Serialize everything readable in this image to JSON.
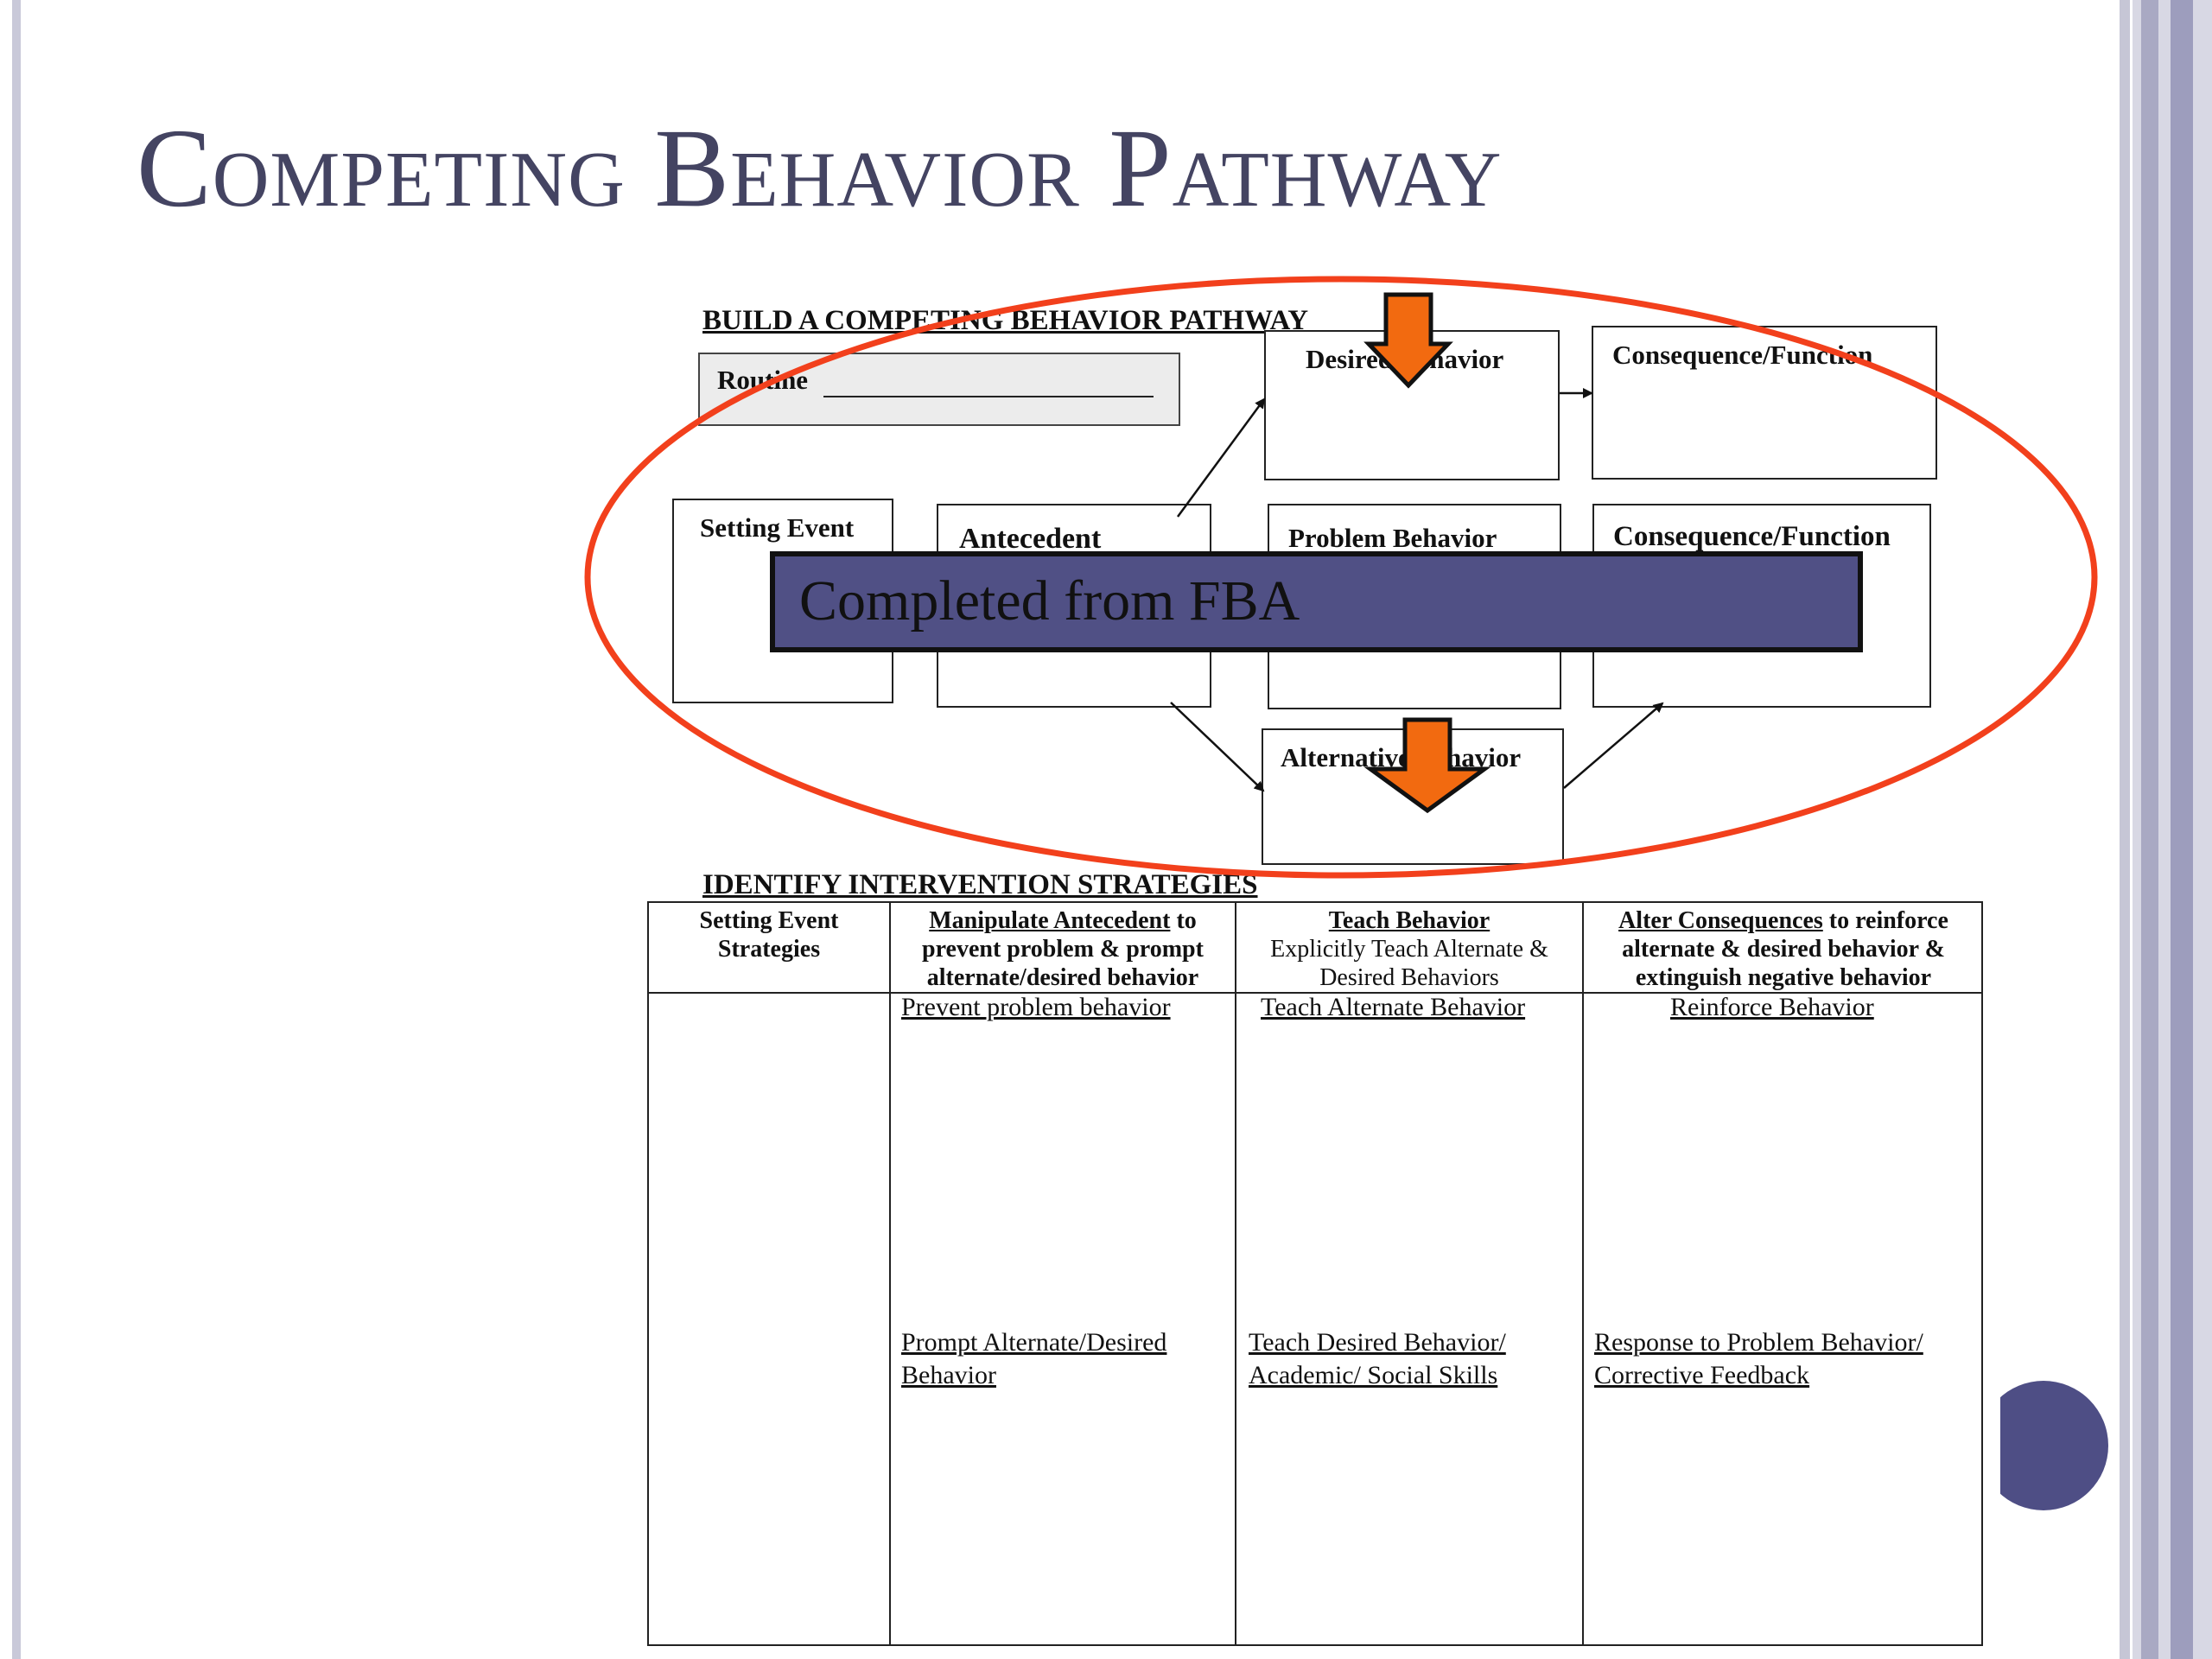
{
  "slide": {
    "title": "Competing Behavior Pathway"
  },
  "worksheet": {
    "build_heading": "BUILD A COMPETING BEHAVIOR PATHWAY",
    "routine_label": "Routine",
    "boxes": {
      "desired_behavior": "Desired Behavior",
      "consequence_function_top": "Consequence/Function",
      "setting_event": "Setting Event",
      "antecedent": "Antecedent",
      "problem_behavior": "Problem Behavior",
      "consequence_function_mid": "Consequence/Function",
      "alternative_behavior": "Alternative Behavior"
    },
    "identify_heading": "IDENTIFY INTERVENTION STRATEGIES",
    "table": {
      "columns": [
        {
          "title_bold": "Setting Event Strategies",
          "title_rest": ""
        },
        {
          "title_bold": "Manipulate Antecedent",
          "title_rest": "to prevent problem & prompt alternate/desired behavior"
        },
        {
          "title_bold": "Teach Behavior",
          "title_rest": "Explicitly Teach Alternate & Desired Behaviors"
        },
        {
          "title_bold": "Alter Consequences",
          "title_rest": "to reinforce alternate & desired behavior & extinguish negative behavior"
        }
      ],
      "cells": {
        "antecedent_top": "Prevent problem behavior",
        "antecedent_bottom": "Prompt Alternate/Desired Behavior",
        "teach_top": "Teach Alternate Behavior",
        "teach_bottom": "Teach Desired Behavior/ Academic/ Social Skills",
        "consequence_top": "Reinforce Behavior",
        "consequence_bottom": "Response to Problem Behavior/ Corrective Feedback"
      }
    }
  },
  "annotation": {
    "banner_text": "Completed from FBA",
    "oval_color": "#f2401c",
    "arrow_color": "#f26a10",
    "banner_color": "#505085"
  }
}
